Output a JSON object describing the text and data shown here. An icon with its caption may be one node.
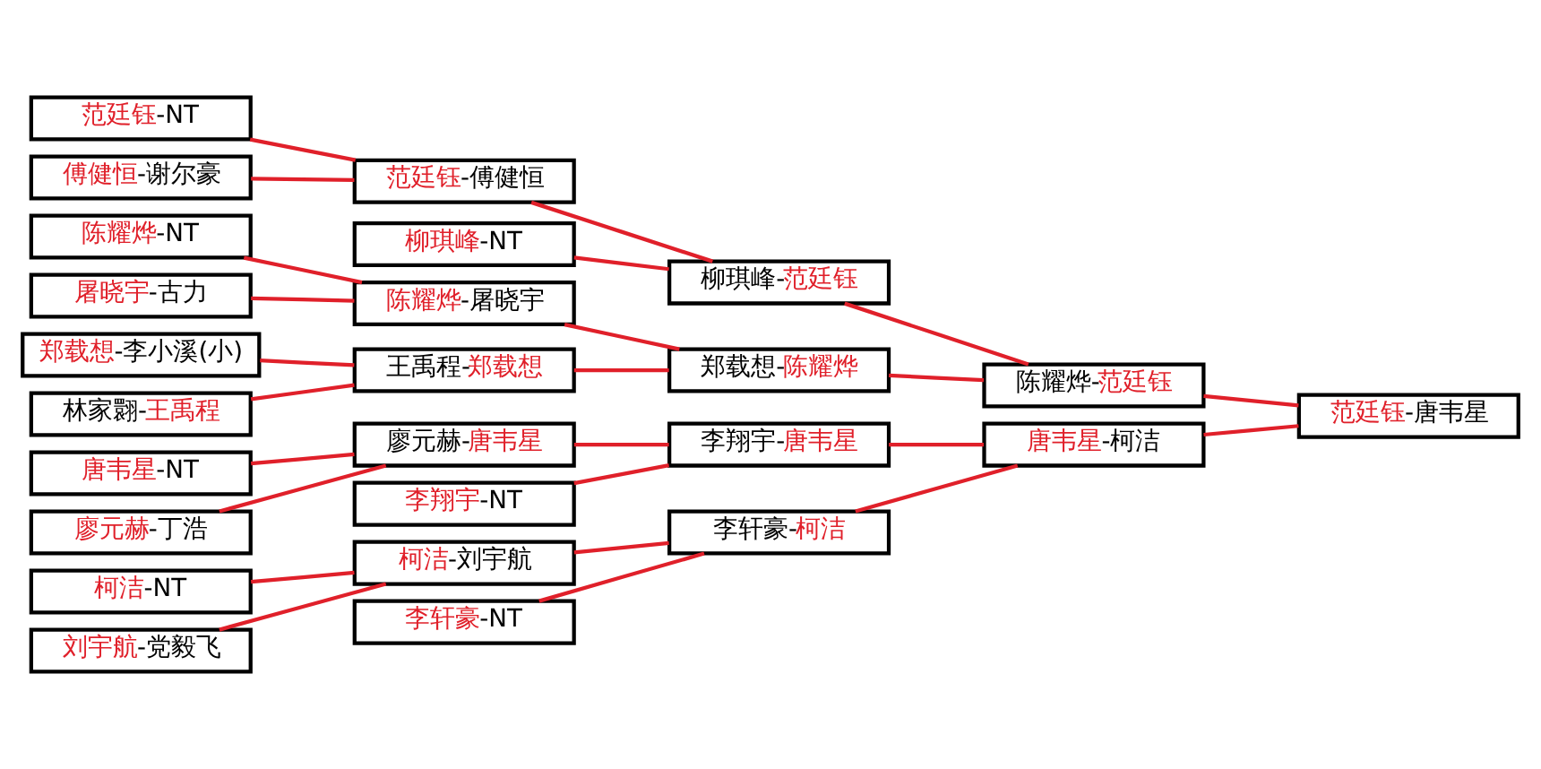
{
  "diagram": {
    "nodes": [
      {
        "text": [
          "范廷钰-NT"
        ]
      },
      {
        "text": [
          "傅健恒-谢尔豪"
        ]
      },
      {
        "text": [
          "陈耀烨-NT"
        ]
      },
      {
        "text": [
          "屠晓宇-古力"
        ]
      },
      {
        "text": [
          "郑载想-李小溪(小)"
        ]
      },
      {
        "text": [
          "林家翾-王禹程"
        ]
      },
      {
        "text": [
          "唐韦星-NT"
        ]
      },
      {
        "text": [
          "廖元赫-丁浩"
        ]
      },
      {
        "text": [
          "柯洁-NT"
        ]
      },
      {
        "text": [
          "刘宇航-党毅飞"
        ]
      },
      {
        "text": [
          "范廷钰-傅健恒"
        ]
      },
      {
        "text": [
          "柳琪峰-NT"
        ]
      },
      {
        "text": [
          "陈耀烨-屠晓宇"
        ]
      },
      {
        "text": [
          "王禹程-郑载想"
        ]
      },
      {
        "text": [
          "廖元赫-唐韦星"
        ]
      },
      {
        "text": [
          "李翔宇-NT"
        ]
      },
      {
        "text": [
          "柯洁-刘宇航"
        ]
      },
      {
        "text": [
          "李轩豪-NT"
        ]
      },
      {
        "text": [
          "柳琪峰-范廷钰"
        ]
      },
      {
        "text": [
          "郑载想-陈耀烨"
        ]
      },
      {
        "text": [
          "李翔宇-唐韦星"
        ]
      },
      {
        "text": [
          "李轩豪-柯洁"
        ]
      },
      {
        "text": [
          "陈耀烨-范廷钰"
        ]
      },
      {
        "text": [
          "唐韦星-柯洁"
        ]
      },
      {
        "text": [
          "范廷钰-唐韦星"
        ]
      }
    ],
    "edges": [
      {
        "from": 0,
        "to": 10,
        "arrow": "none"
      },
      {
        "from": 1,
        "to": 10,
        "arrow": "none"
      },
      {
        "from": 10,
        "to": 18,
        "arrow": "none"
      },
      {
        "from": 11,
        "to": 18,
        "arrow": "none"
      },
      {
        "from": 2,
        "to": 12,
        "arrow": "none"
      },
      {
        "from": 3,
        "to": 12,
        "arrow": "none"
      },
      {
        "from": 4,
        "to": 13,
        "arrow": "none"
      },
      {
        "from": 5,
        "to": 13,
        "arrow": "none"
      },
      {
        "from": 12,
        "to": 19,
        "arrow": "none"
      },
      {
        "from": 13,
        "to": 19,
        "arrow": "none"
      },
      {
        "from": 6,
        "to": 14,
        "arrow": "none"
      },
      {
        "from": 7,
        "to": 14,
        "arrow": "none"
      },
      {
        "from": 14,
        "to": 20,
        "arrow": "none"
      },
      {
        "from": 15,
        "to": 20,
        "arrow": "none"
      },
      {
        "from": 8,
        "to": 16,
        "arrow": "none"
      },
      {
        "from": 9,
        "to": 16,
        "arrow": "none"
      },
      {
        "from": 16,
        "to": 21,
        "arrow": "none"
      },
      {
        "from": 17,
        "to": 21,
        "arrow": "none"
      },
      {
        "from": 18,
        "to": 22,
        "arrow": "none"
      },
      {
        "from": 19,
        "to": 22,
        "arrow": "none"
      },
      {
        "from": 20,
        "to": 23,
        "arrow": "none"
      },
      {
        "from": 21,
        "to": 23,
        "arrow": "none"
      },
      {
        "from": 22,
        "to": 24,
        "arrow": "none"
      },
      {
        "from": 23,
        "to": 24,
        "arrow": "none"
      }
    ]
  }
}
